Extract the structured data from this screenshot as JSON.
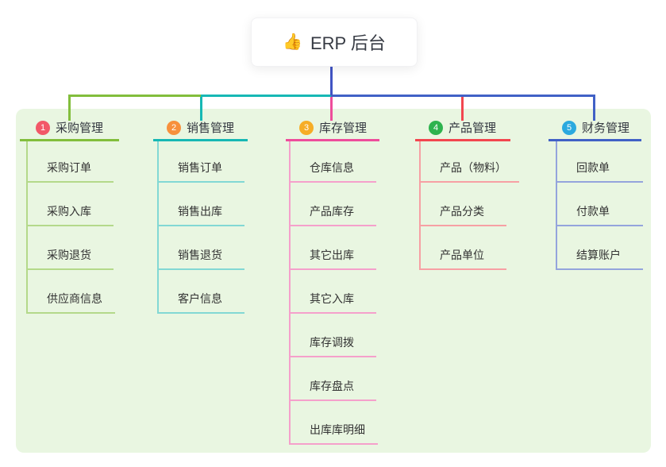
{
  "root": {
    "icon": "👍",
    "title": "ERP 后台"
  },
  "connectors": {
    "root_line_color": "#4154c4"
  },
  "panel": {
    "bg_color": "#e9f6e1"
  },
  "branches": [
    {
      "badge": "1",
      "title": "采购管理",
      "color": "#82be3c",
      "child_color": "#b4d98a",
      "badge_color": "#f25868",
      "children": [
        "采购订单",
        "采购入库",
        "采购退货",
        "供应商信息"
      ]
    },
    {
      "badge": "2",
      "title": "销售管理",
      "color": "#17b8b4",
      "child_color": "#82d8d4",
      "badge_color": "#f7903c",
      "children": [
        "销售订单",
        "销售出库",
        "销售退货",
        "客户信息"
      ]
    },
    {
      "badge": "3",
      "title": "库存管理",
      "color": "#ee4d9b",
      "child_color": "#f5a0cb",
      "badge_color": "#f6ad26",
      "children": [
        "仓库信息",
        "产品库存",
        "其它出库",
        "其它入库",
        "库存调拨",
        "库存盘点",
        "出库库明细"
      ]
    },
    {
      "badge": "4",
      "title": "产品管理",
      "color": "#f2464f",
      "child_color": "#f7a0a4",
      "badge_color": "#2eb34e",
      "children": [
        "产品（物料）",
        "产品分类",
        "产品单位"
      ]
    },
    {
      "badge": "5",
      "title": "财务管理",
      "color": "#4161c6",
      "child_color": "#94a4dc",
      "badge_color": "#2ba9df",
      "children": [
        "回款单",
        "付款单",
        "结算账户"
      ]
    }
  ]
}
